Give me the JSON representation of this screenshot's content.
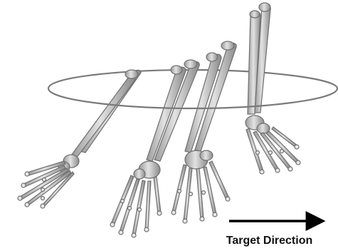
{
  "label": {
    "target_direction": "Target Direction"
  },
  "colors": {
    "bone_fill": "#c9c9c9",
    "bone_stroke": "#6f6f6f",
    "ring": "#7a7a7a",
    "arrow": "#000000"
  },
  "figures": [
    {
      "name": "forearm-1",
      "hand_pose": "flexed-left"
    },
    {
      "name": "forearm-2",
      "hand_pose": "down"
    },
    {
      "name": "forearm-3",
      "hand_pose": "down"
    },
    {
      "name": "forearm-4",
      "hand_pose": "flexed-right"
    }
  ]
}
